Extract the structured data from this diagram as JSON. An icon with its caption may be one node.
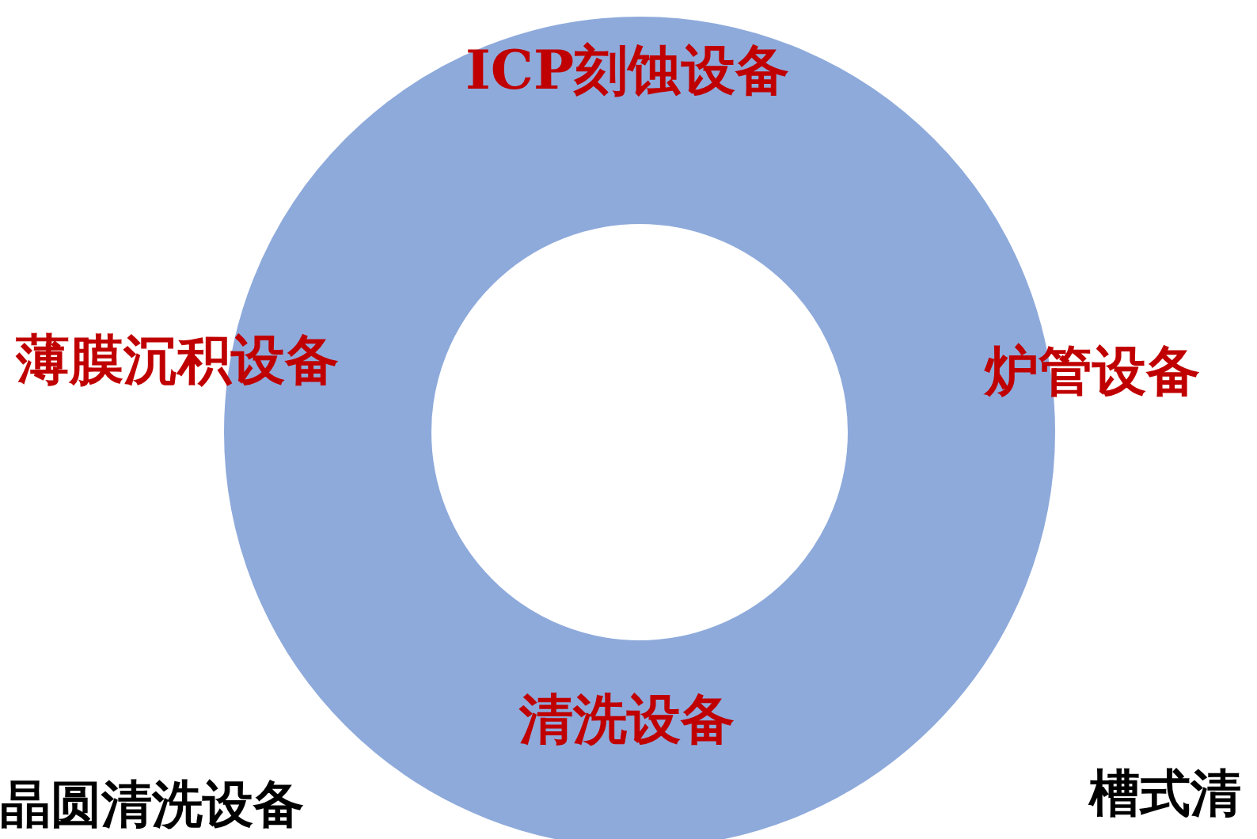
{
  "diagram": {
    "labels": [
      "ICP刻蚀设备",
      "薄膜沉积设备",
      "炉管设备",
      "清洗设备",
      "晶圆清洗设备",
      "槽式清"
    ]
  }
}
